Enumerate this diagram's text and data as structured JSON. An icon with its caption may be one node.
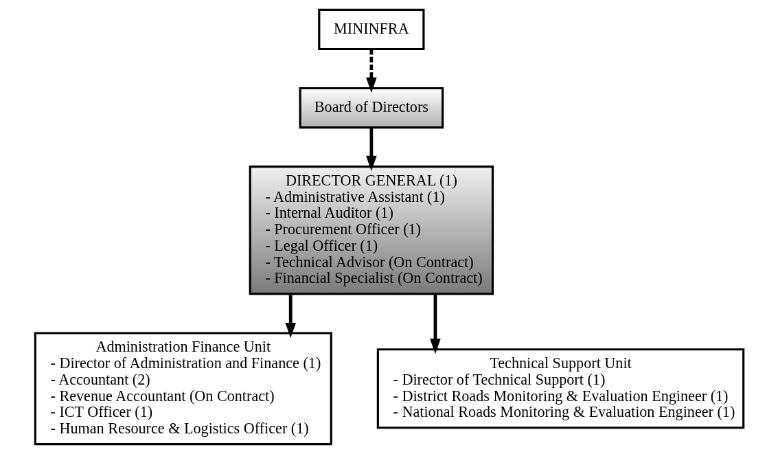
{
  "diagram": {
    "nodes": [
      {
        "text": [
          "MININFRA"
        ]
      },
      {
        "text": [
          "Board of Directors"
        ]
      },
      {
        "text": [
          "DIRECTOR GENERAL (1)",
          "- Administrative Assistant (1)",
          "- Internal Auditor (1)",
          "- Procurement Officer (1)",
          "- Legal Officer (1)",
          "- Technical Advisor (On Contract)",
          "- Financial Specialist (On Contract)"
        ]
      },
      {
        "text": [
          "Administration Finance Unit",
          "- Director of Administration and Finance (1)",
          "- Accountant (2)",
          "- Revenue Accountant (On Contract)",
          "- ICT Officer (1)",
          "- Human Resource & Logistics Officer (1)"
        ]
      },
      {
        "text": [
          "Technical Support Unit",
          "- Director of Technical Support (1)",
          "- District Roads Monitoring & Evaluation Engineer (1)",
          "- National Roads Monitoring & Evaluation Engineer (1)"
        ]
      }
    ],
    "edges": [
      {
        "from": 0,
        "to": 1,
        "arrow": "to",
        "style": "dashed"
      },
      {
        "from": 1,
        "to": 2,
        "arrow": "to"
      },
      {
        "from": 2,
        "to": 3,
        "arrow": "to"
      },
      {
        "from": 2,
        "to": 4,
        "arrow": "to"
      }
    ]
  }
}
